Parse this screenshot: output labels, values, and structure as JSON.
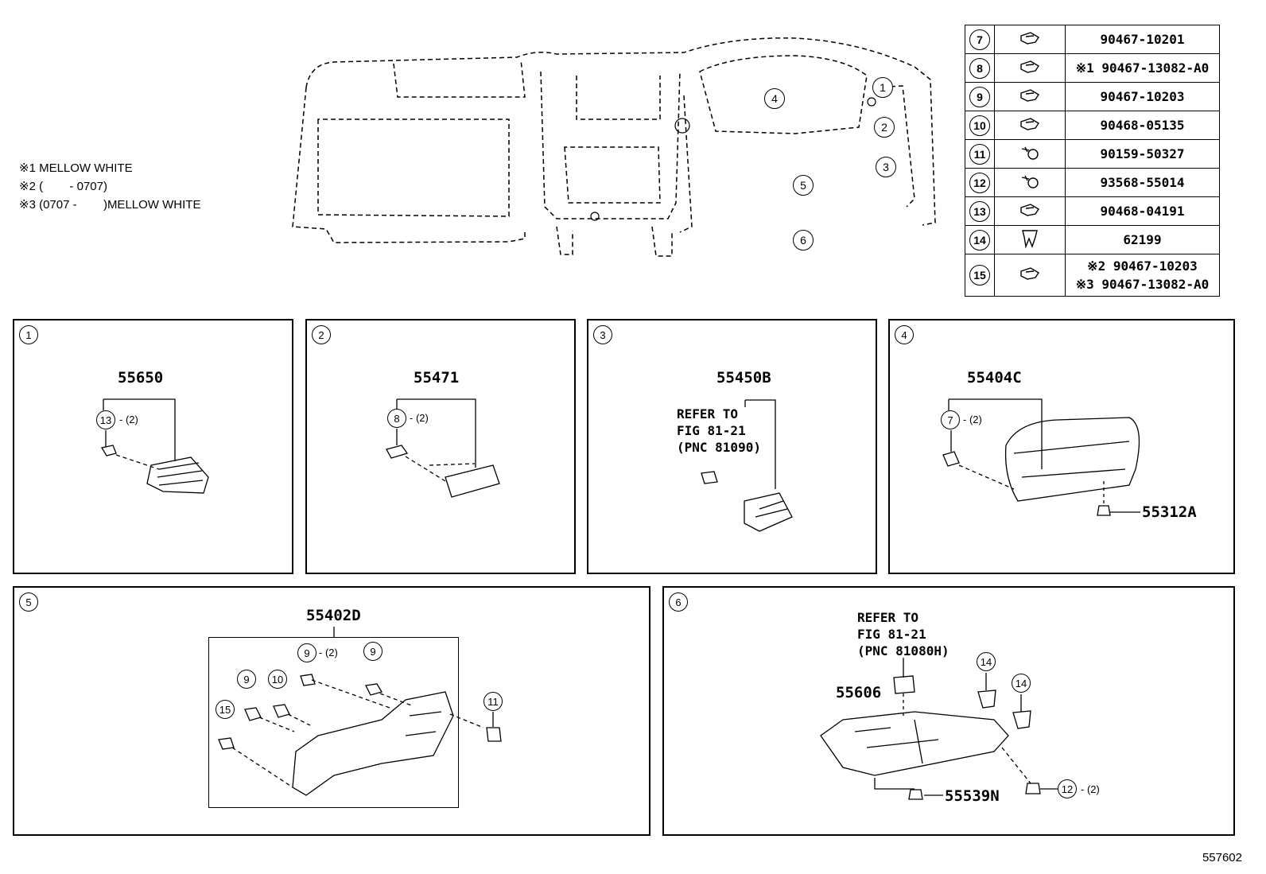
{
  "notes": [
    "※1 MELLOW WHITE",
    "※2 (        - 0707)",
    "※3 (0707 -        )MELLOW WHITE"
  ],
  "fasteners": [
    {
      "idx": "7",
      "pn": [
        "90467-10201"
      ],
      "icon": "clip-icon"
    },
    {
      "idx": "8",
      "pn": [
        "※1 90467-13082-A0"
      ],
      "icon": "clip-icon"
    },
    {
      "idx": "9",
      "pn": [
        "90467-10203"
      ],
      "icon": "clip-icon"
    },
    {
      "idx": "10",
      "pn": [
        "90468-05135"
      ],
      "icon": "clip-icon"
    },
    {
      "idx": "11",
      "pn": [
        "90159-50327"
      ],
      "icon": "screw-icon"
    },
    {
      "idx": "12",
      "pn": [
        "93568-55014"
      ],
      "icon": "screw-icon"
    },
    {
      "idx": "13",
      "pn": [
        "90468-04191"
      ],
      "icon": "clip-icon"
    },
    {
      "idx": "14",
      "pn": [
        "62199"
      ],
      "icon": "clamp-icon"
    },
    {
      "idx": "15",
      "pn": [
        "※2  90467-10203",
        "※3  90467-13082-A0"
      ],
      "icon": "clip-icon"
    }
  ],
  "overview_callouts": [
    "1",
    "2",
    "3",
    "4",
    "5",
    "6"
  ],
  "panels": {
    "p1": {
      "num": "1",
      "part": "55650",
      "sub": "13",
      "qty": "- (2)"
    },
    "p2": {
      "num": "2",
      "part": "55471",
      "sub": "8",
      "qty": "- (2)"
    },
    "p3": {
      "num": "3",
      "part": "55450B",
      "refer": [
        "REFER TO",
        "FIG 81-21",
        "(PNC 81090)"
      ]
    },
    "p4": {
      "num": "4",
      "part": "55404C",
      "sub": "7",
      "qty": "- (2)",
      "screw": "55312A"
    },
    "p5": {
      "num": "5",
      "part": "55402D",
      "sub_a": "9",
      "qty_a": "- (2)",
      "sub_b": "9",
      "sub_c": "9",
      "sub_d": "10",
      "sub_e": "15",
      "sub_f": "11"
    },
    "p6": {
      "num": "6",
      "refer": [
        "REFER TO",
        "FIG 81-21",
        "(PNC 81080H)"
      ],
      "part_a": "55606",
      "part_b": "55539N",
      "sub_a": "14",
      "sub_b": "14",
      "sub_c": "12",
      "qty_c": "- (2)"
    }
  },
  "footer": "557602"
}
